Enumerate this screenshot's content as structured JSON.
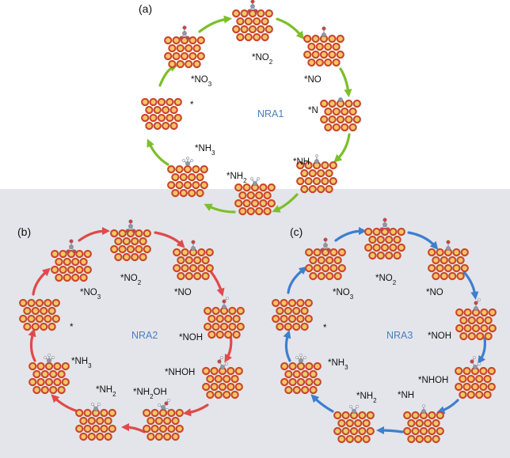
{
  "colors": {
    "panel_a_arrow": "#7cbf2a",
    "panel_b_arrow": "#e04a4a",
    "panel_c_arrow": "#3d7fd0",
    "cycle_label": "#4a7fc1",
    "atom_ring": "#c9472b",
    "atom_core": "#f4c766",
    "background_band": "#e4e5ea"
  },
  "panels": [
    {
      "id": "a",
      "label": "(a)",
      "cycle_name": "NRA1",
      "steps": [
        {
          "text": "*",
          "adsorbate": "none"
        },
        {
          "text": "*NO3",
          "adsorbate": "no3"
        },
        {
          "text": "*NO2",
          "adsorbate": "no2"
        },
        {
          "text": "*NO",
          "adsorbate": "no"
        },
        {
          "text": "*N",
          "adsorbate": "n"
        },
        {
          "text": "*NH",
          "adsorbate": "nh"
        },
        {
          "text": "*NH2",
          "adsorbate": "nh2"
        },
        {
          "text": "*NH3",
          "adsorbate": "nh3"
        }
      ]
    },
    {
      "id": "b",
      "label": "(b)",
      "cycle_name": "NRA2",
      "steps": [
        {
          "text": "*",
          "adsorbate": "none"
        },
        {
          "text": "*NO3",
          "adsorbate": "no3"
        },
        {
          "text": "*NO2",
          "adsorbate": "no2"
        },
        {
          "text": "*NO",
          "adsorbate": "no"
        },
        {
          "text": "*NOH",
          "adsorbate": "noh"
        },
        {
          "text": "*NHOH",
          "adsorbate": "nhoh"
        },
        {
          "text": "*NH2OH",
          "adsorbate": "nh2oh"
        },
        {
          "text": "*NH2",
          "adsorbate": "nh2"
        },
        {
          "text": "*NH3",
          "adsorbate": "nh3"
        }
      ]
    },
    {
      "id": "c",
      "label": "(c)",
      "cycle_name": "NRA3",
      "steps": [
        {
          "text": "*",
          "adsorbate": "none"
        },
        {
          "text": "*NO3",
          "adsorbate": "no3"
        },
        {
          "text": "*NO2",
          "adsorbate": "no2"
        },
        {
          "text": "*NO",
          "adsorbate": "no"
        },
        {
          "text": "*NOH",
          "adsorbate": "noh"
        },
        {
          "text": "*NHOH",
          "adsorbate": "nhoh"
        },
        {
          "text": "*NH",
          "adsorbate": "nh"
        },
        {
          "text": "*NH2",
          "adsorbate": "nh2"
        },
        {
          "text": "*NH3",
          "adsorbate": "nh3"
        }
      ]
    }
  ]
}
